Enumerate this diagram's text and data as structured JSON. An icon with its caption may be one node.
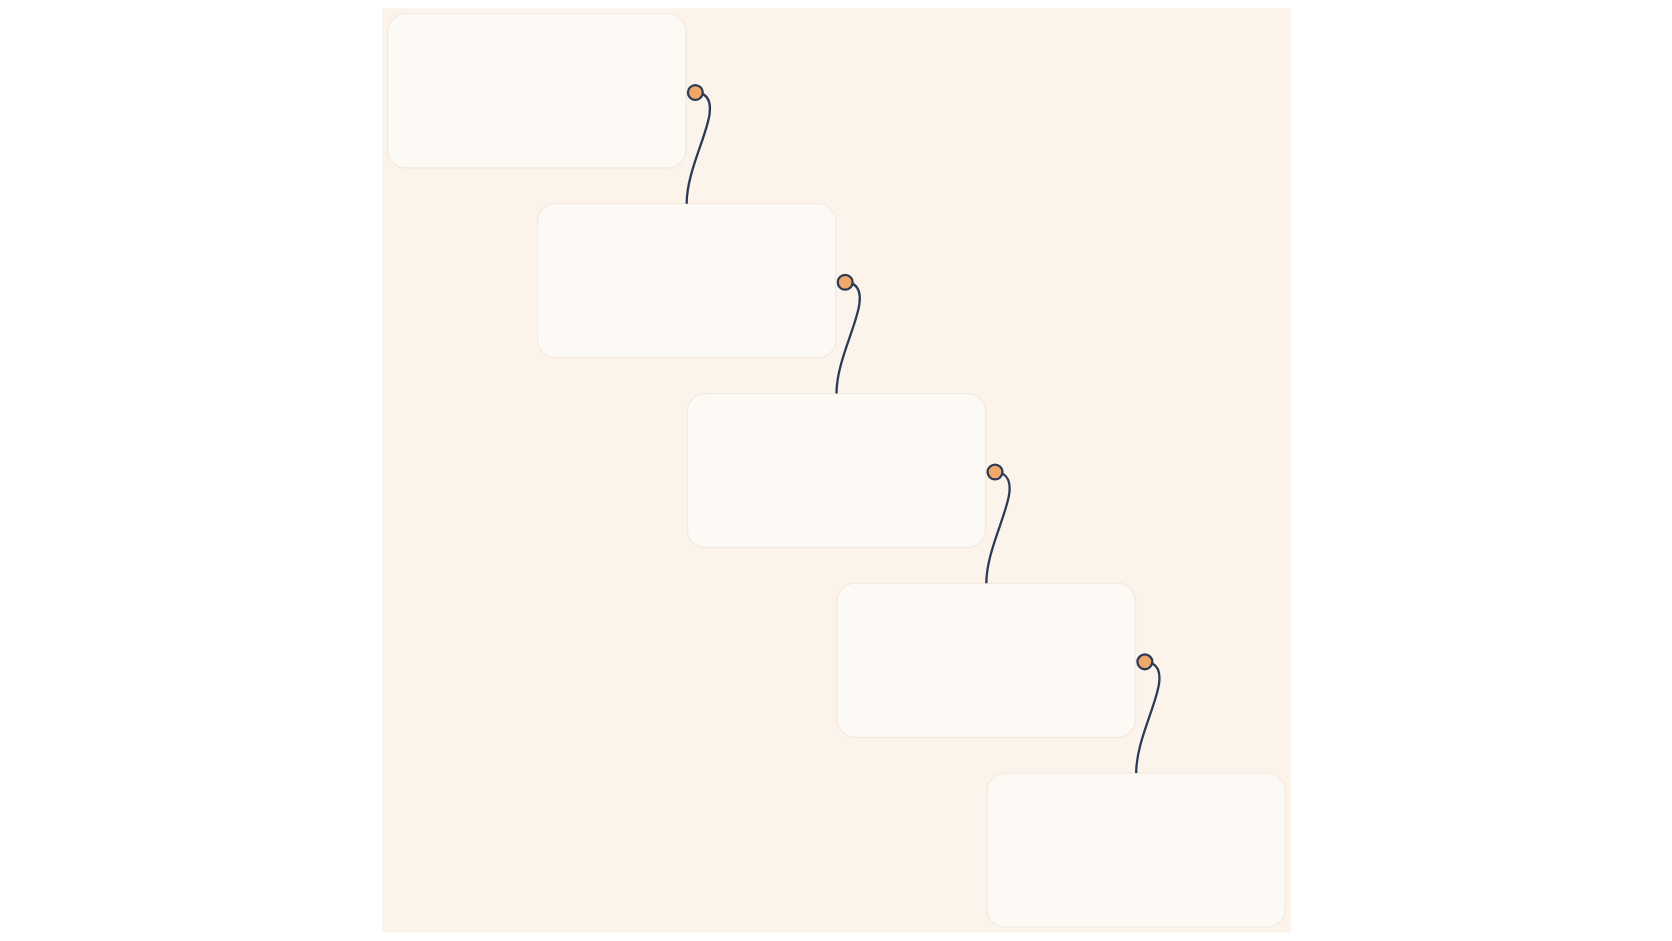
{
  "diagram": {
    "nodes": [
      {
        "text": [],
        "shape": "box"
      },
      {
        "text": [],
        "shape": "box"
      },
      {
        "text": [],
        "shape": "box"
      },
      {
        "text": [],
        "shape": "box"
      },
      {
        "text": [],
        "shape": "box"
      }
    ],
    "edges": [
      {
        "from": 0,
        "to": 1,
        "arrow": "other"
      },
      {
        "from": 1,
        "to": 2,
        "arrow": "other"
      },
      {
        "from": 2,
        "to": 3,
        "arrow": "other"
      },
      {
        "from": 3,
        "to": 4,
        "arrow": "other"
      }
    ]
  }
}
